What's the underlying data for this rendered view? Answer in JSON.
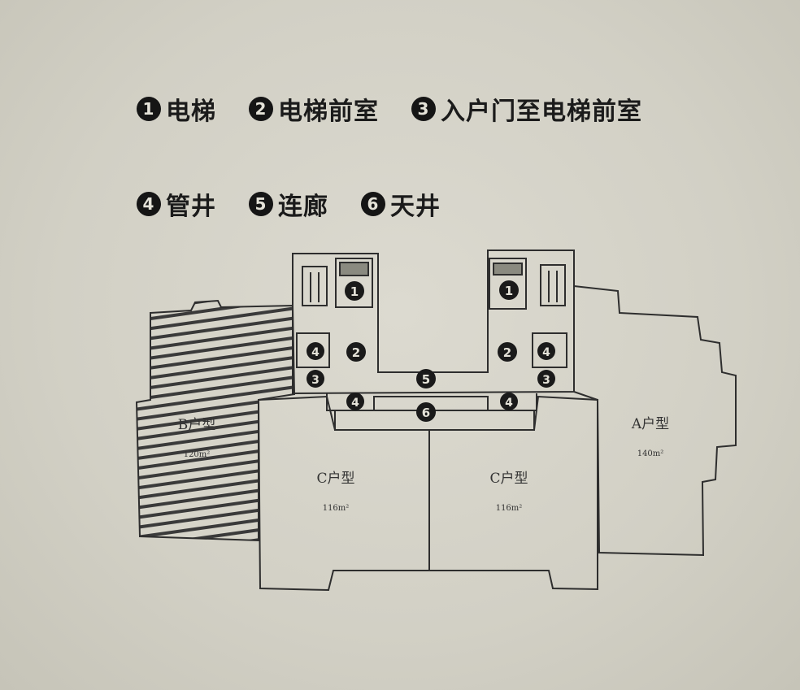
{
  "legend": {
    "items": [
      {
        "num": "1",
        "label": "电梯"
      },
      {
        "num": "2",
        "label": "电梯前室"
      },
      {
        "num": "3",
        "label": "入户门至电梯前室"
      },
      {
        "num": "4",
        "label": "管井"
      },
      {
        "num": "5",
        "label": "连廊"
      },
      {
        "num": "6",
        "label": "天井"
      }
    ]
  },
  "units": {
    "b": {
      "name": "B户型",
      "area": "120m²"
    },
    "c_left": {
      "name": "C户型",
      "area": "116m²"
    },
    "c_right": {
      "name": "C户型",
      "area": "116m²"
    },
    "a": {
      "name": "A户型",
      "area": "140m²"
    }
  },
  "markers": {
    "elevator": "1",
    "lobby": "2",
    "entry": "3",
    "shaft": "4",
    "corridor": "5",
    "courtyard": "6"
  },
  "colors": {
    "ink": "#2b2b2b",
    "paper": "#d8d6cb",
    "hatch": "#3a3a3a"
  }
}
